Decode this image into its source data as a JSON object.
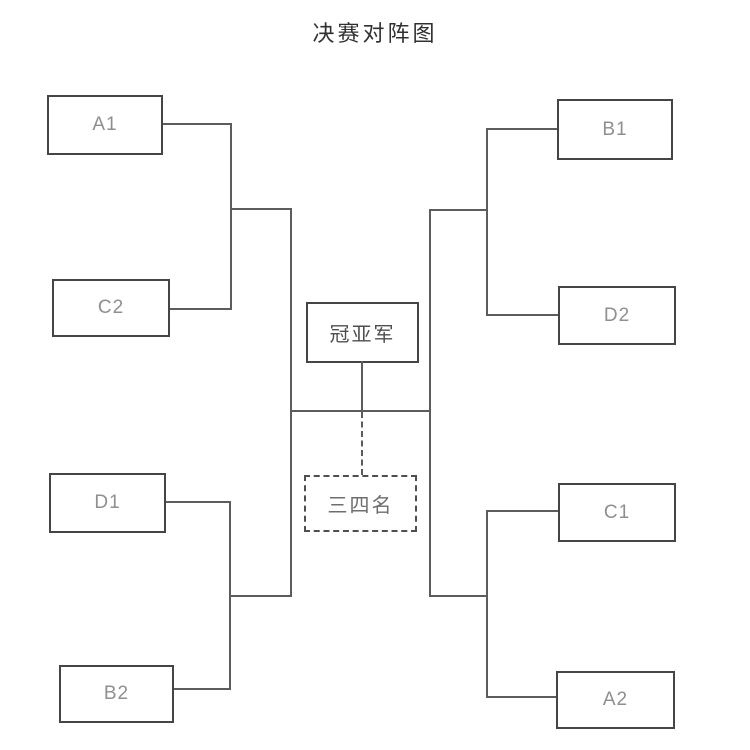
{
  "title": "决赛对阵图",
  "center": {
    "final_label": "冠亚军",
    "third_place_label": "三四名"
  },
  "bracket": {
    "left_top": {
      "teams": [
        "A1",
        "C2"
      ]
    },
    "left_bottom": {
      "teams": [
        "D1",
        "B2"
      ]
    },
    "right_top": {
      "teams": [
        "B1",
        "D2"
      ]
    },
    "right_bottom": {
      "teams": [
        "C1",
        "A2"
      ]
    }
  },
  "colors": {
    "line": "#5c5c5c",
    "box_border": "#454545",
    "dashed_border": "#4f4f4f",
    "team_text": "#8f8f8f",
    "center_text": "#4f4f4f",
    "title_text": "#303030",
    "background": "#ffffff"
  }
}
